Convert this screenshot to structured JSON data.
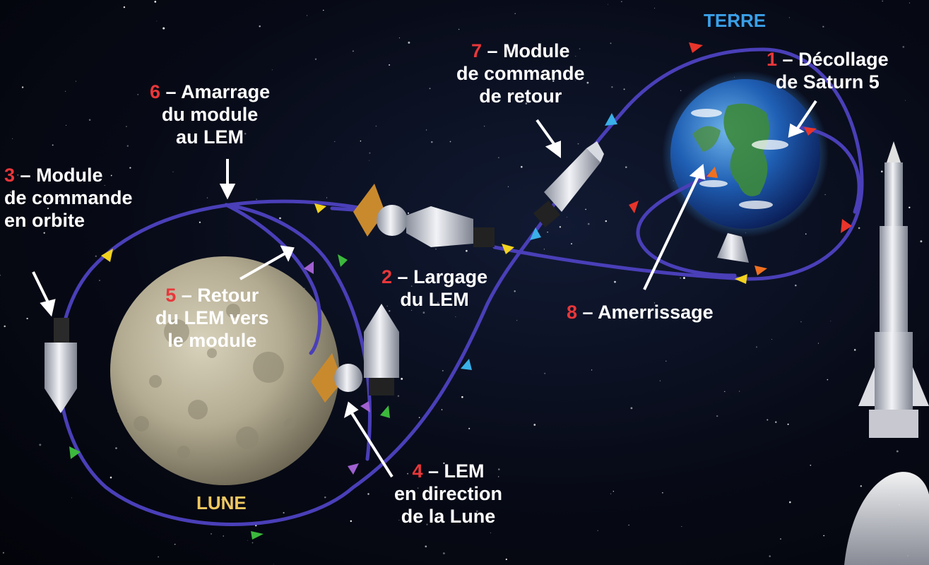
{
  "bodies": {
    "earth": "TERRE",
    "moon": "LUNE"
  },
  "steps": [
    {
      "num": "1",
      "sep": " – ",
      "lines": [
        "Décollage",
        "de Saturn 5"
      ]
    },
    {
      "num": "2",
      "sep": " – ",
      "lines": [
        "Largage",
        "du LEM"
      ]
    },
    {
      "num": "3",
      "sep": " – ",
      "lines": [
        "Module",
        "de commande",
        "en orbite"
      ]
    },
    {
      "num": "4",
      "sep": " – ",
      "lines": [
        "LEM",
        "en direction",
        "de la Lune"
      ]
    },
    {
      "num": "5",
      "sep": " – ",
      "lines": [
        "Retour",
        "du LEM vers",
        "le module"
      ]
    },
    {
      "num": "6",
      "sep": " – ",
      "lines": [
        "Amarrage",
        "du module",
        "au LEM"
      ]
    },
    {
      "num": "7",
      "sep": " – ",
      "lines": [
        "Module",
        "de commande",
        "de retour"
      ]
    },
    {
      "num": "8",
      "sep": " – ",
      "lines": [
        "Amerrissage"
      ]
    }
  ],
  "colors": {
    "step_number": "#e8373a",
    "label_text": "#ffffff",
    "earth_label": "#3aa0e8",
    "moon_label": "#f0c860",
    "trajectory": "#4a3fb8",
    "arrow_red": "#e8342a",
    "arrow_yellow": "#f2d21e",
    "arrow_blue": "#3ab0e8",
    "arrow_green": "#3cb83c",
    "arrow_violet": "#a060d0",
    "arrow_orange": "#f07020"
  }
}
